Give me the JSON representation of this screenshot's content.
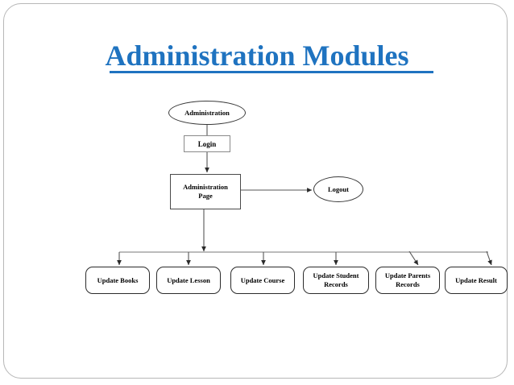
{
  "slide": {
    "title": "Administration Modules",
    "accent_color": "#1f73c0",
    "background_color": "#ffffff",
    "border_color": "#b7b7b7"
  },
  "diagram": {
    "type": "flowchart",
    "nodes": [
      {
        "id": "administration",
        "label": "Administration",
        "shape": "ellipse"
      },
      {
        "id": "login",
        "label": "Login",
        "shape": "rectangle"
      },
      {
        "id": "admin_page",
        "label": "Administration\nPage",
        "line1": "Administration",
        "line2": "Page",
        "shape": "rectangle"
      },
      {
        "id": "logout",
        "label": "Logout",
        "shape": "ellipse"
      },
      {
        "id": "update_books",
        "label": "Update Books",
        "line1": "Update Books",
        "line2": "",
        "shape": "rounded-rectangle"
      },
      {
        "id": "update_lesson",
        "label": "Update Lesson",
        "line1": "Update Lesson",
        "line2": "",
        "shape": "rounded-rectangle"
      },
      {
        "id": "update_course",
        "label": "Update Course",
        "line1": "Update Course",
        "line2": "",
        "shape": "rounded-rectangle"
      },
      {
        "id": "update_student_records",
        "label": "Update Student Records",
        "line1": "Update Student",
        "line2": "Records",
        "shape": "rounded-rectangle"
      },
      {
        "id": "update_parents_records",
        "label": "Update Parents Records",
        "line1": "Update Parents",
        "line2": "Records",
        "shape": "rounded-rectangle"
      },
      {
        "id": "update_result",
        "label": "Update Result",
        "line1": "Update Result",
        "line2": "",
        "shape": "rounded-rectangle"
      }
    ],
    "edges": [
      {
        "from": "administration",
        "to": "login"
      },
      {
        "from": "login",
        "to": "admin_page"
      },
      {
        "from": "admin_page",
        "to": "logout"
      },
      {
        "from": "admin_page",
        "to": "update_books"
      },
      {
        "from": "admin_page",
        "to": "update_lesson"
      },
      {
        "from": "admin_page",
        "to": "update_course"
      },
      {
        "from": "admin_page",
        "to": "update_student_records"
      },
      {
        "from": "admin_page",
        "to": "update_parents_records"
      },
      {
        "from": "admin_page",
        "to": "update_result"
      }
    ]
  }
}
